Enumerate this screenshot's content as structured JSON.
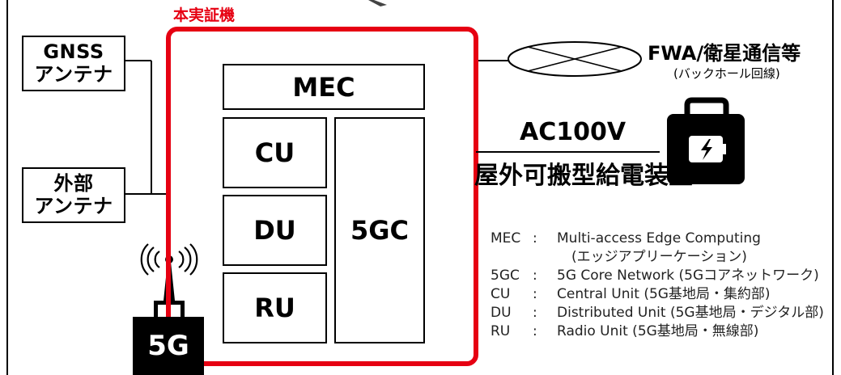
{
  "title": "本実証機",
  "gnss_antenna": {
    "line1": "GNSS",
    "line2": "アンテナ"
  },
  "external_antenna": {
    "line1": "外部",
    "line2": "アンテナ"
  },
  "modules": {
    "mec": "MEC",
    "cu": "CU",
    "du": "DU",
    "ru": "RU",
    "core": "5GC"
  },
  "base_station": "5G",
  "backhaul": {
    "label": "FWA/衛星通信等",
    "sublabel": "(バックホール回線)"
  },
  "power": {
    "voltage": "AC100V",
    "device": "屋外可搬型給電装置"
  },
  "legend": [
    {
      "abbr": "MEC",
      "colon": ":",
      "desc": "Multi-access Edge Computing"
    },
    {
      "abbr": "",
      "colon": "",
      "desc": "(エッジアプリーケーション)"
    },
    {
      "abbr": "5GC",
      "colon": ":",
      "desc": "5G Core Network (5Gコアネットワーク)"
    },
    {
      "abbr": "CU",
      "colon": ":",
      "desc": "Central Unit (5G基地局・集約部)"
    },
    {
      "abbr": "DU",
      "colon": ":",
      "desc": "Distributed Unit (5G基地局・デジタル部)"
    },
    {
      "abbr": "RU",
      "colon": ":",
      "desc": "Radio Unit (5G基地局・無線部)"
    }
  ],
  "colors": {
    "accent_red": "#e60012",
    "ink": "#000000"
  },
  "icons": {
    "network": "cloud-ellipse-icon",
    "power": "portable-battery-icon",
    "radio": "radio-waves-icon"
  }
}
